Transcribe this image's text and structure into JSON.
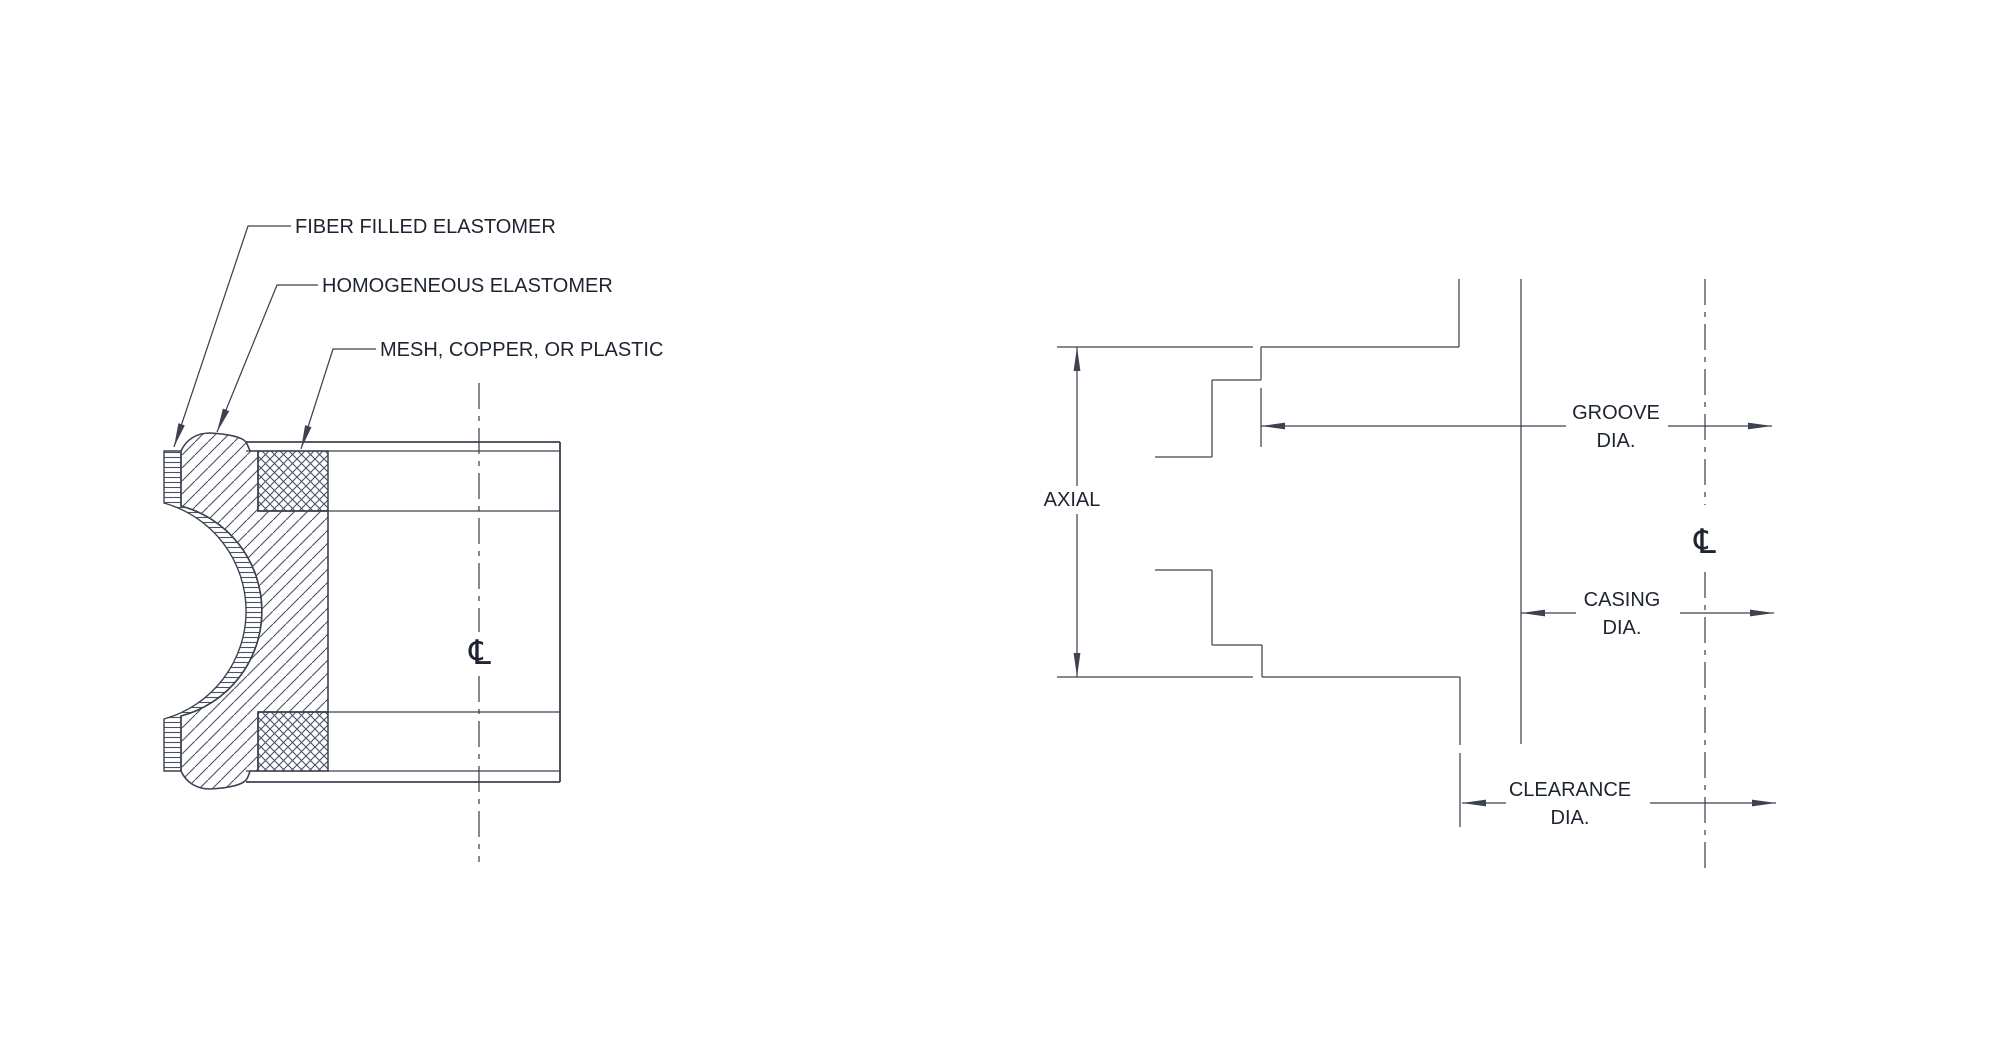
{
  "colors": {
    "background": "#ffffff",
    "line": "#3d4250",
    "text": "#1e2430"
  },
  "figures": {
    "seal_section": {
      "title": "seal cross section",
      "callouts": [
        {
          "id": "fiber",
          "text": "FIBER FILLED ELASTOMER"
        },
        {
          "id": "homogeneous",
          "text": "HOMOGENEOUS ELASTOMER"
        },
        {
          "id": "mesh",
          "text": "MESH, COPPER, OR PLASTIC"
        }
      ],
      "centerline_symbol": "℄"
    },
    "gland": {
      "title": "gland dimension diagram",
      "axial_label": "AXIAL",
      "groove": {
        "line1": "GROOVE",
        "line2": "DIA."
      },
      "casing": {
        "line1": "CASING",
        "line2": "DIA."
      },
      "clearance": {
        "line1": "CLEARANCE",
        "line2": "DIA."
      },
      "centerline_symbol": "℄"
    }
  }
}
